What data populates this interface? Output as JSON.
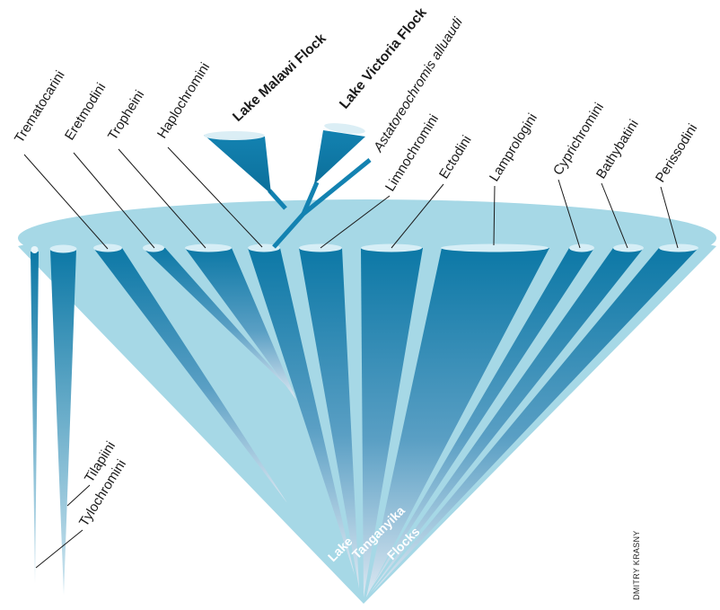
{
  "diagram": {
    "tribes": [
      {
        "id": "trematocarini",
        "label": "Trematocarini"
      },
      {
        "id": "eretmodini",
        "label": "Eretmodini"
      },
      {
        "id": "tropheini",
        "label": "Tropheini"
      },
      {
        "id": "haplochromini",
        "label": "Haplochromini"
      },
      {
        "id": "limnochromini",
        "label": "Limnochromini"
      },
      {
        "id": "ectodini",
        "label": "Ectodini"
      },
      {
        "id": "lamprologini",
        "label": "Lamprologini"
      },
      {
        "id": "cyprichromini",
        "label": "Cyprichromini"
      },
      {
        "id": "bathybatini",
        "label": "Bathybatini"
      },
      {
        "id": "perissodini",
        "label": "Perissodini"
      }
    ],
    "outgroups": [
      {
        "id": "tilapiini",
        "label": "Tilapiini"
      },
      {
        "id": "tylochromini",
        "label": "Tylochromini"
      }
    ],
    "flocks": {
      "malawi": "Lake Malawi Flock",
      "victoria": "Lake Victoria Flock",
      "astatoreochromis": "Astatoreochromis alluaudi"
    },
    "center_label": [
      "Lake",
      "Tanganyika",
      "Flocks"
    ],
    "credit": "DMITRY KRASNY",
    "colors": {
      "cone": "#a6d8e6",
      "branch_dark": "#0f7aa8",
      "branch_light": "#dbeef5",
      "rim": "#d6eef6",
      "stroke": "#1a1a1a"
    }
  }
}
